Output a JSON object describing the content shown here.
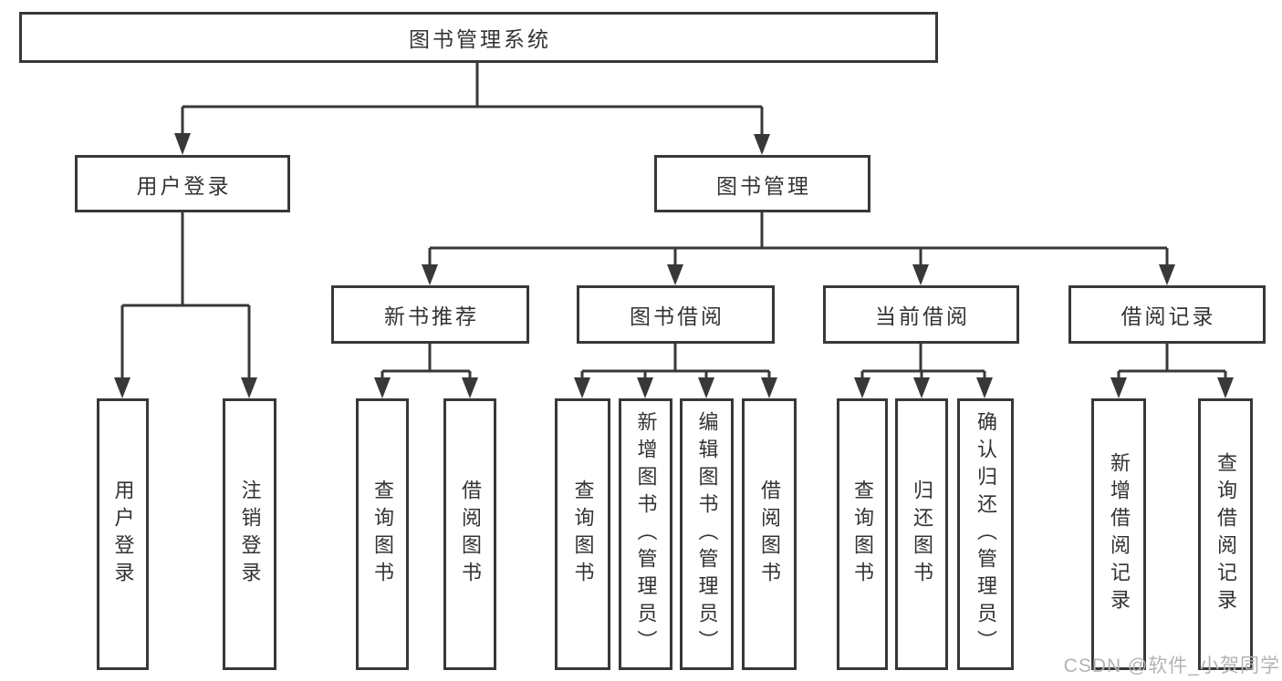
{
  "diagram": {
    "root": {
      "label": "图书管理系统"
    },
    "level1": [
      {
        "label": "用户登录",
        "parent": "图书管理系统"
      },
      {
        "label": "图书管理",
        "parent": "图书管理系统"
      }
    ],
    "level2": [
      {
        "label": "新书推荐",
        "parent": "图书管理"
      },
      {
        "label": "图书借阅",
        "parent": "图书管理"
      },
      {
        "label": "当前借阅",
        "parent": "图书管理"
      },
      {
        "label": "借阅记录",
        "parent": "图书管理"
      }
    ],
    "leaves": [
      {
        "label": "用户登录",
        "parent": "用户登录"
      },
      {
        "label": "注销登录",
        "parent": "用户登录"
      },
      {
        "label": "查询图书",
        "parent": "新书推荐"
      },
      {
        "label": "借阅图书",
        "parent": "新书推荐"
      },
      {
        "label": "查询图书",
        "parent": "图书借阅"
      },
      {
        "label": "新增图书（管理员）",
        "parent": "图书借阅"
      },
      {
        "label": "编辑图书（管理员）",
        "parent": "图书借阅"
      },
      {
        "label": "借阅图书",
        "parent": "图书借阅"
      },
      {
        "label": "查询图书",
        "parent": "当前借阅"
      },
      {
        "label": "归还图书",
        "parent": "当前借阅"
      },
      {
        "label": "确认归还（管理员）",
        "parent": "当前借阅"
      },
      {
        "label": "新增借阅记录",
        "parent": "借阅记录"
      },
      {
        "label": "查询借阅记录",
        "parent": "借阅记录"
      }
    ]
  },
  "watermark": {
    "text": "CSDN @软件_小贺同学"
  },
  "colors": {
    "box_border": "#383838",
    "connector": "#383838",
    "text": "#333333",
    "watermark": "#b3b3b3",
    "background": "#ffffff"
  }
}
